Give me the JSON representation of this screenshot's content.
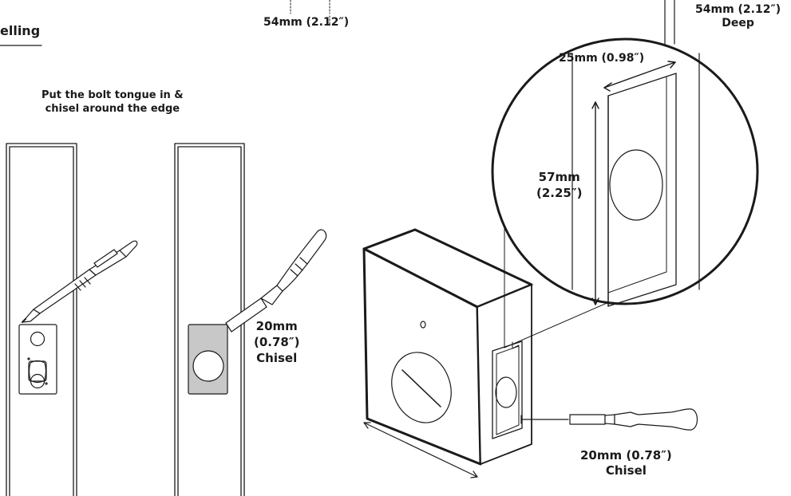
{
  "header": {
    "section_title_fragment": "elling"
  },
  "labels": {
    "top_dimension": "54mm (2.12″)",
    "depth_line1": "54mm (2.12″)",
    "depth_line2": "Deep",
    "instruction_line1": "Put the bolt tongue in &",
    "instruction_line2": "chisel around the edge",
    "chisel_center_line1": "20mm",
    "chisel_center_line2": "(0.78″)",
    "chisel_center_line3": "Chisel",
    "width_dim": "25mm (0.98″)",
    "height_dim_line1": "57mm",
    "height_dim_line2": "(2.25″)",
    "chisel_right_line1": "20mm (0.78″)",
    "chisel_right_line2": "Chisel"
  },
  "icons": [
    "pen-icon",
    "chisel-icon",
    "wood-block-icon",
    "magnifier-circle"
  ],
  "colors": {
    "ink": "#1a1a1a",
    "plate_fill": "#c8c8c8",
    "background": "#ffffff"
  }
}
